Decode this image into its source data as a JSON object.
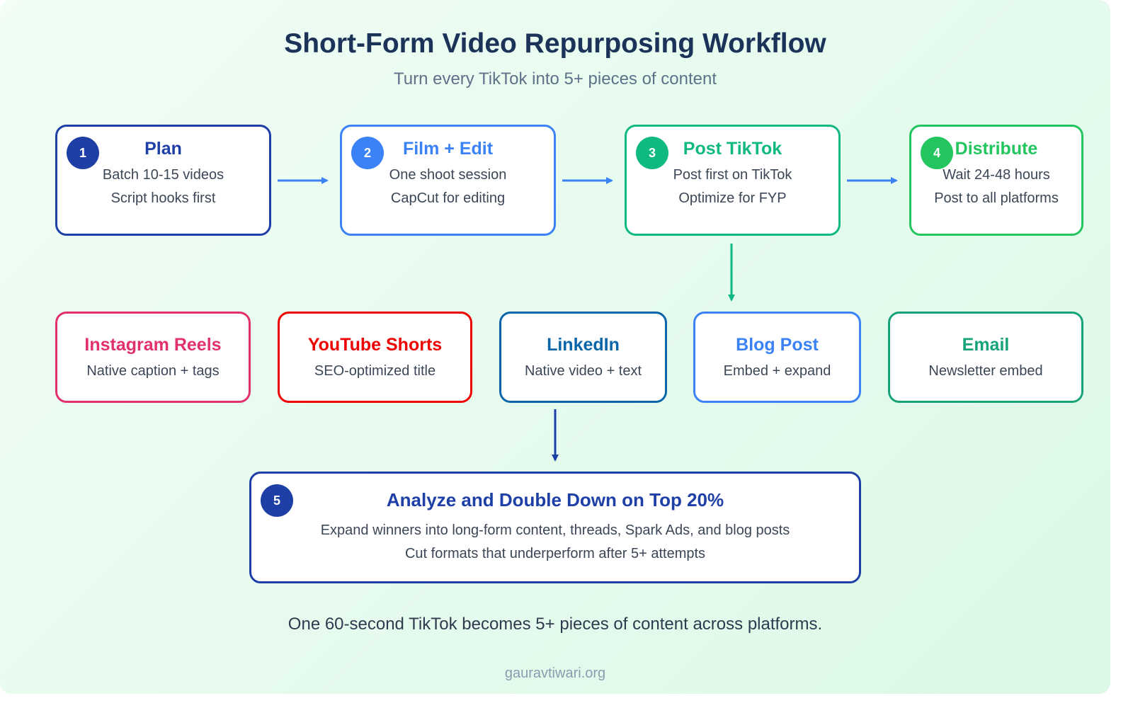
{
  "header": {
    "title": "Short-Form Video Repurposing Workflow",
    "subtitle": "Turn every TikTok into 5+ pieces of content"
  },
  "steps": [
    {
      "number": "1",
      "title": "Plan",
      "lines": [
        "Batch 10-15 videos",
        "Script hooks first"
      ],
      "color": "#1e3fa6"
    },
    {
      "number": "2",
      "title": "Film + Edit",
      "lines": [
        "One shoot session",
        "CapCut for editing"
      ],
      "color": "#3b82f6"
    },
    {
      "number": "3",
      "title": "Post TikTok",
      "lines": [
        "Post first on TikTok",
        "Optimize for FYP"
      ],
      "color": "#10b981"
    },
    {
      "number": "4",
      "title": "Distribute",
      "lines": [
        "Wait 24-48 hours",
        "Post to all platforms"
      ],
      "color": "#22c55e"
    }
  ],
  "platforms": [
    {
      "title": "Instagram Reels",
      "line": "Native caption + tags",
      "color": "#e1306c"
    },
    {
      "title": "YouTube Shorts",
      "line": "SEO-optimized title",
      "color": "#ee0000"
    },
    {
      "title": "LinkedIn",
      "line": "Native video + text",
      "color": "#0a66a8"
    },
    {
      "title": "Blog Post",
      "line": "Embed + expand",
      "color": "#3b82f6"
    },
    {
      "title": "Email",
      "line": "Newsletter embed",
      "color": "#16a37a"
    }
  ],
  "analyze": {
    "number": "5",
    "title": "Analyze and Double Down on Top 20%",
    "lines": [
      "Expand winners into long-form content, threads, Spark Ads, and blog posts",
      "Cut formats that underperform after 5+ attempts"
    ],
    "color": "#1e3fa6"
  },
  "footer": "One 60-second TikTok becomes 5+ pieces of content across platforms.",
  "credit": "gauravtiwari.org",
  "colors": {
    "arrow_blue": "#3b82f6",
    "arrow_green": "#10b981",
    "arrow_navy": "#1e3fa6"
  }
}
